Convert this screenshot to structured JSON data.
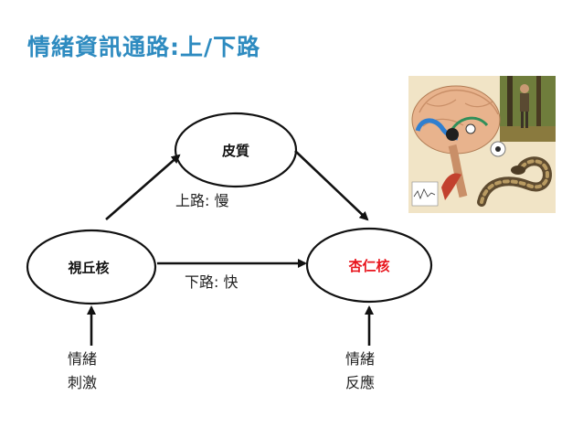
{
  "title": "情緒資訊通路:上/下路",
  "nodes": {
    "cortex": {
      "label": "皮質"
    },
    "thalamus": {
      "label": "視丘核"
    },
    "amygdala": {
      "label": "杏仁核"
    }
  },
  "edges": {
    "upper_road": "上路: 慢",
    "lower_road": "下路: 快"
  },
  "inputs": {
    "stimulus": {
      "line1": "情緒",
      "line2": "刺激"
    },
    "response": {
      "line1": "情緒",
      "line2": "反應"
    }
  },
  "colors": {
    "title": "#2e8bc0",
    "amygdala_label": "#e8141c",
    "node_label": "#111111",
    "stroke": "#111111"
  }
}
